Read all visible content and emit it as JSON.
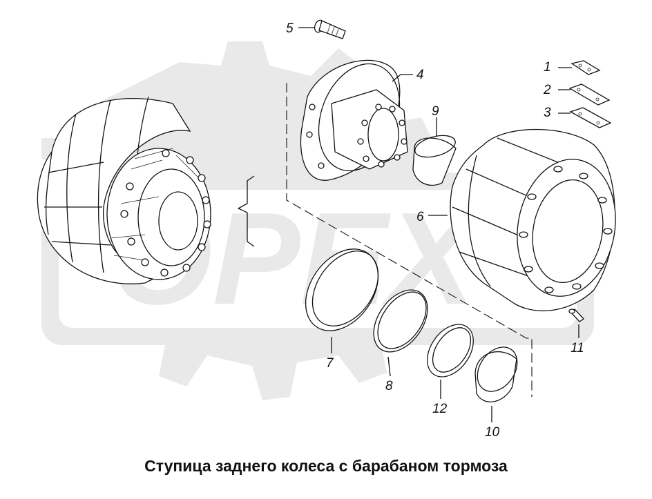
{
  "caption": "Ступица заднего колеса с барабаном тормоза",
  "watermark": "OPEX",
  "callouts": {
    "n1": "1",
    "n2": "2",
    "n3": "3",
    "n4": "4",
    "n5": "5",
    "n6": "6",
    "n7": "7",
    "n8": "8",
    "n9": "9",
    "n10": "10",
    "n11": "11",
    "n12": "12"
  },
  "colors": {
    "line": "#111111",
    "watermark": "#e9e9e9",
    "background": "#ffffff"
  }
}
